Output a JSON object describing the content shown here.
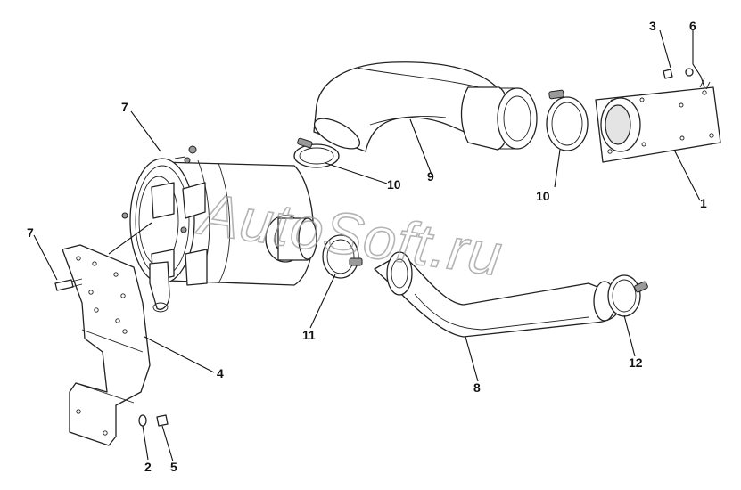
{
  "watermark": "AutoSoft.ru",
  "callouts": {
    "c1": "1",
    "c2": "2",
    "c3": "3",
    "c4": "4",
    "c5": "5",
    "c6": "6",
    "c7a": "7",
    "c7b": "7",
    "c8": "8",
    "c9": "9",
    "c10a": "10",
    "c10b": "10",
    "c11": "11",
    "c12": "12"
  }
}
